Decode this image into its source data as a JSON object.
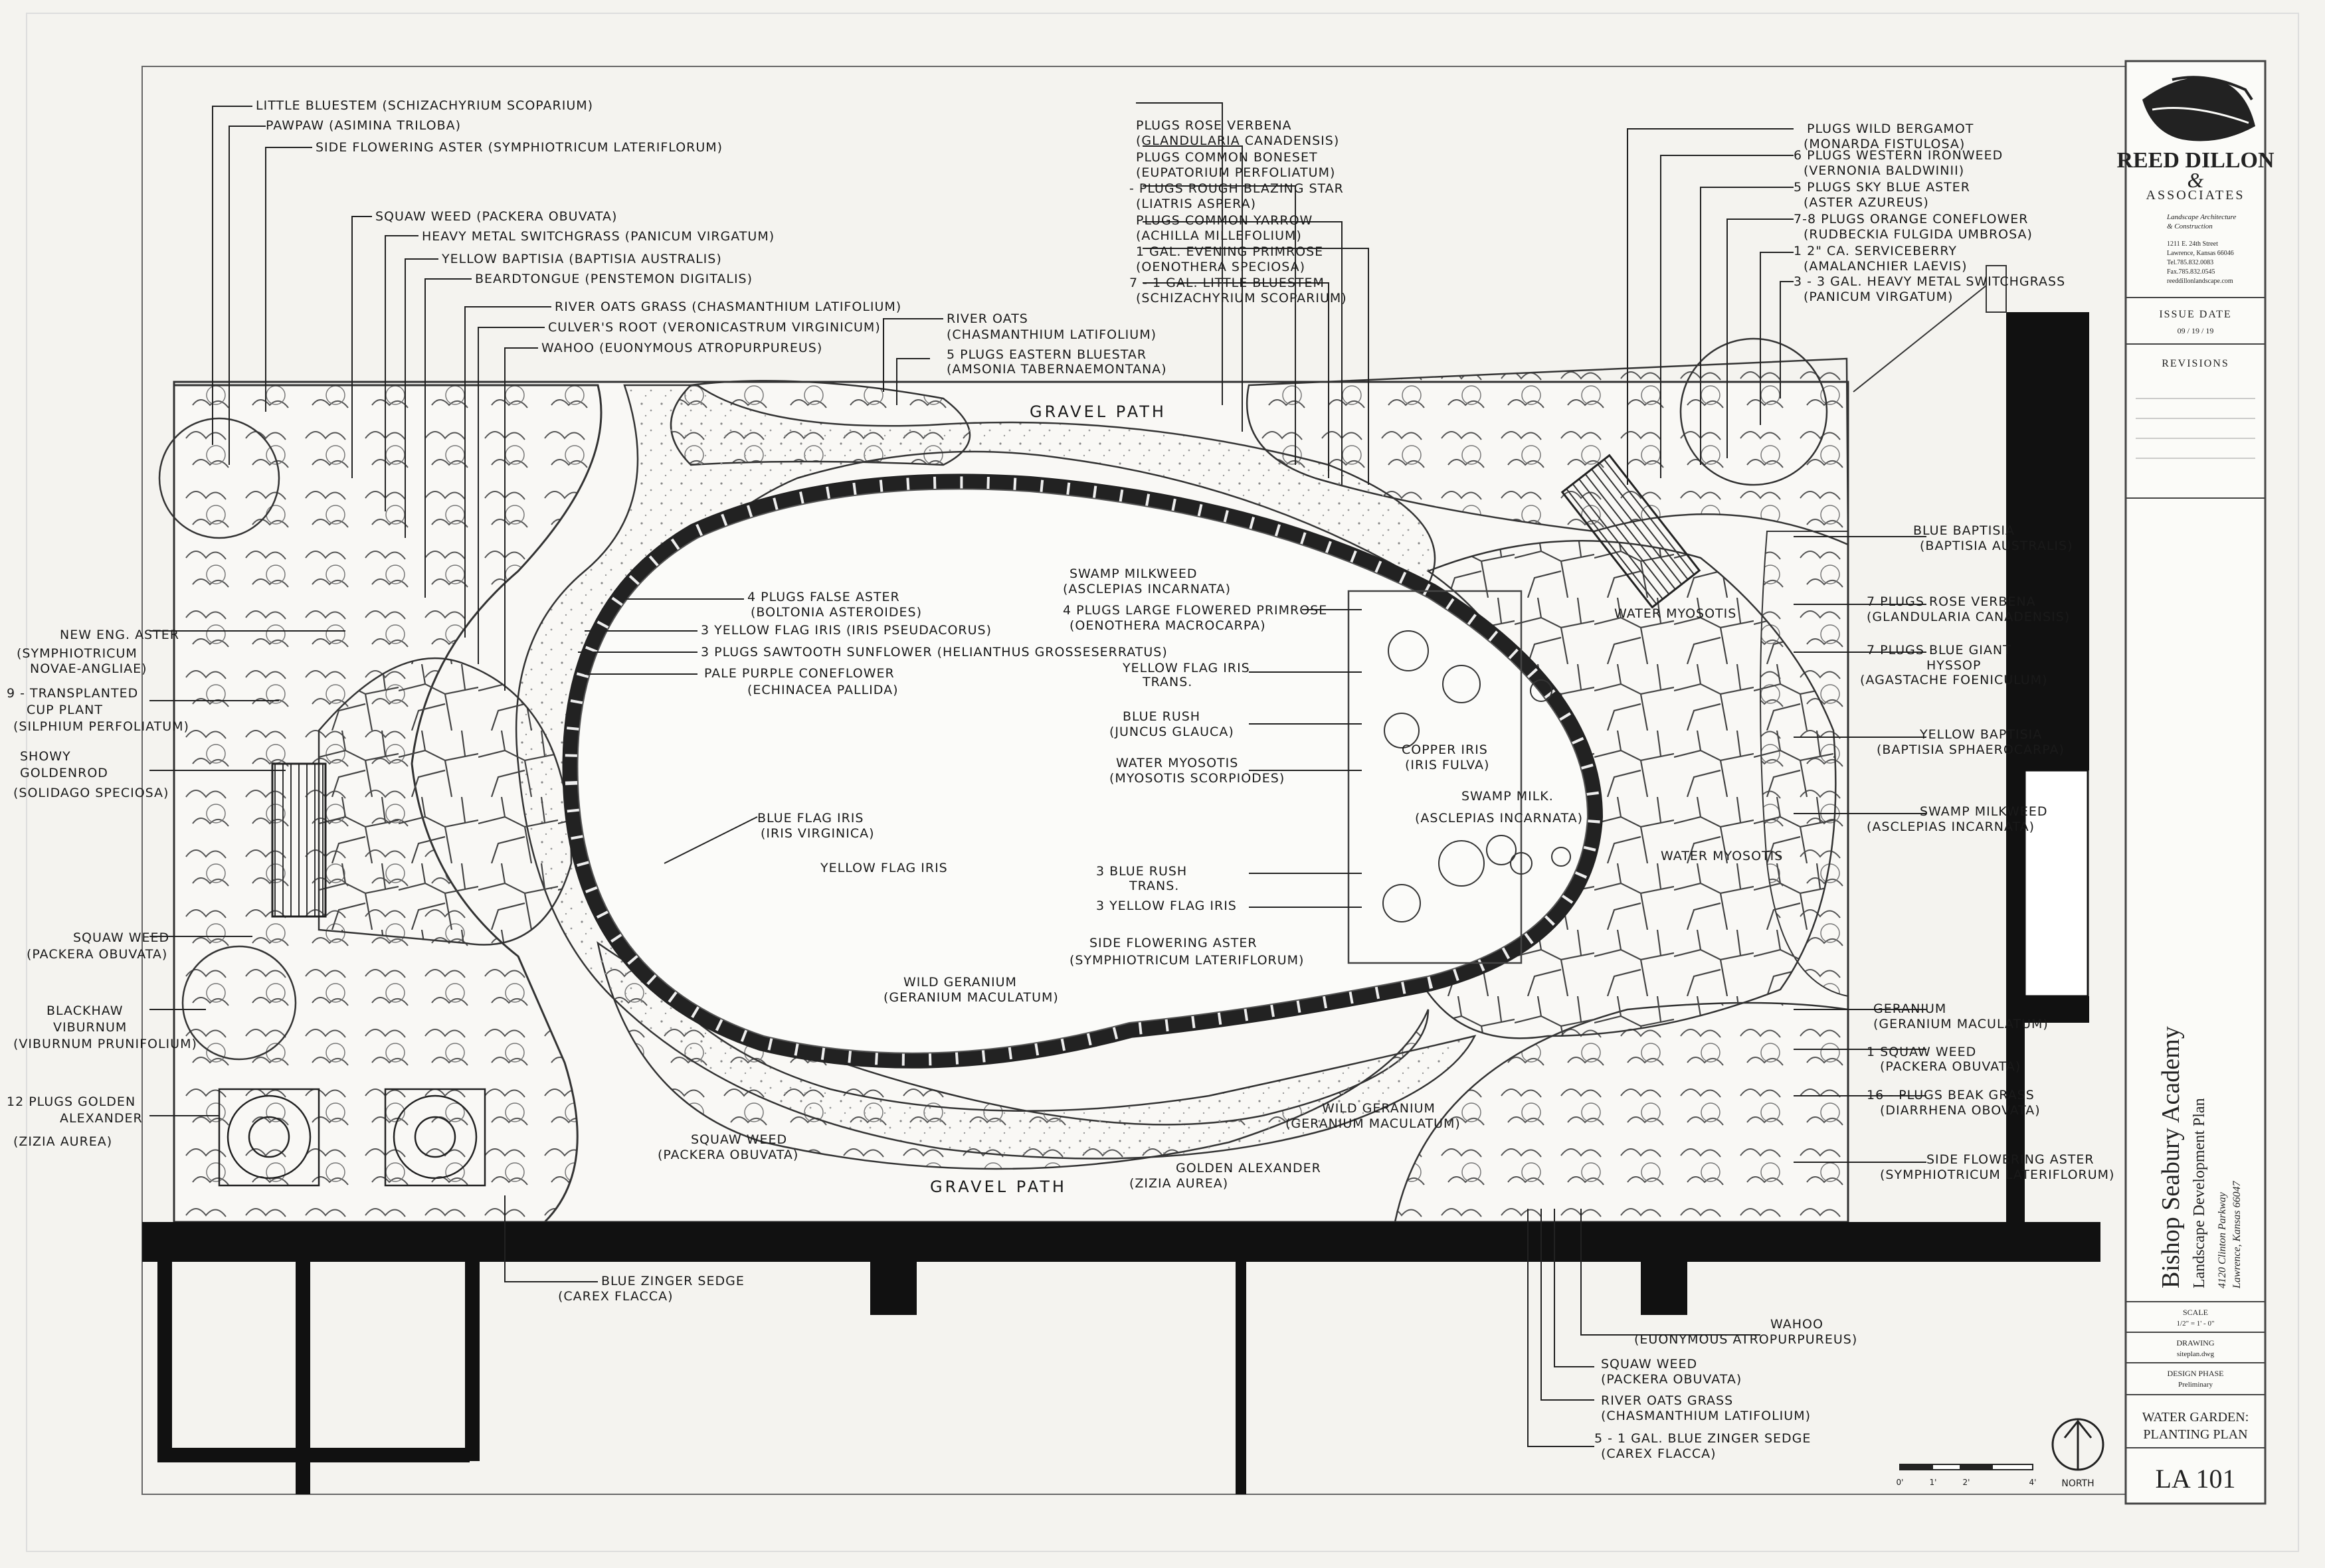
{
  "title_block": {
    "firm_name_1": "REED DILLON",
    "firm_amp": "&",
    "firm_name_2": "ASSOCIATES",
    "firm_tagline_1": "Landscape Architecture",
    "firm_tagline_2": "& Construction",
    "address_lines": [
      "1211 E. 24th Street",
      "Lawrence, Kansas 66046",
      "Tel.785.832.0083",
      "Fax.785.832.0545",
      "reeddillonlandscape.com"
    ],
    "issue_date_label": "ISSUE DATE",
    "issue_date": "09 / 19 / 19",
    "revisions_label": "REVISIONS",
    "project_title": "Bishop Seabury Academy",
    "project_subtitle": "Landscape Development Plan",
    "project_address_1": "4120 Clinton Parkway",
    "project_address_2": "Lawrence, Kansas 66047",
    "scale_label": "SCALE",
    "scale_value": "1/2\" = 1' - 0\"",
    "drawing_label": "DRAWING",
    "drawing_value": "siteplan.dwg",
    "design_phase_label": "DESIGN PHASE",
    "design_phase_value": "Preliminary",
    "sheet_title_1": "WATER GARDEN:",
    "sheet_title_2": "PLANTING PLAN",
    "sheet_number": "LA 101"
  },
  "scale_bar": {
    "ticks": [
      "0'",
      "1'",
      "2'",
      "4'"
    ],
    "north_label": "NORTH"
  },
  "path_labels": [
    "GRAVEL PATH",
    "GRAVEL PATH"
  ],
  "labels_top_left": [
    "LITTLE BLUESTEM (SCHIZACHYRIUM SCOPARIUM)",
    "PAWPAW (ASIMINA TRILOBA)",
    "SIDE FLOWERING ASTER (SYMPHIOTRICUM LATERIFLORUM)",
    "SQUAW WEED (PACKERA OBUVATA)",
    "HEAVY METAL SWITCHGRASS (PANICUM VIRGATUM)",
    "YELLOW BAPTISIA (BAPTISIA AUSTRALIS)",
    "BEARDTONGUE (PENSTEMON DIGITALIS)",
    "RIVER OATS GRASS (CHASMANTHIUM LATIFOLIUM)",
    "CULVER'S ROOT (VERONICASTRUM VIRGINICUM)",
    "WAHOO (EUONYMOUS ATROPURPUREUS)"
  ],
  "labels_top_center": [
    "RIVER OATS",
    "(CHASMANTHIUM LATIFOLIUM)",
    "5 PLUGS EASTERN BLUESTAR",
    "(AMSONIA TABERNAEMONTANA)"
  ],
  "labels_top_right_a": [
    "PLUGS ROSE VERBENA",
    "(GLANDULARIA CANADENSIS)",
    "PLUGS COMMON BONESET",
    "(EUPATORIUM PERFOLIATUM)",
    "- PLUGS ROUGH BLAZING STAR",
    "(LIATRIS ASPERA)",
    "PLUGS COMMON YARROW",
    "(ACHILLA MILLEFOLIUM)",
    "1 GAL. EVENING PRIMROSE",
    "(OENOTHERA SPECIOSA)",
    "7 - 1 GAL. LITTLE BLUESTEM",
    "(SCHIZACHYRIUM SCOPARIUM)"
  ],
  "labels_top_right_b": [
    "PLUGS WILD BERGAMOT",
    "(MONARDA FISTULOSA)",
    "6 PLUGS WESTERN IRONWEED",
    "(VERNONIA BALDWINII)",
    "5 PLUGS SKY BLUE ASTER",
    "(ASTER AZUREUS)",
    "7-8 PLUGS ORANGE CONEFLOWER",
    "(RUDBECKIA FULGIDA UMBROSA)",
    "1 2\" CA. SERVICEBERRY",
    "(AMALANCHIER LAEVIS)",
    "3 - 3 GAL. HEAVY METAL SWITCHGRASS",
    "(PANICUM VIRGATUM)"
  ],
  "labels_left": [
    "NEW ENG. ASTER",
    "(SYMPHIOTRICUM",
    "NOVAE-ANGLIAE)",
    "9 - TRANSPLANTED",
    "CUP PLANT",
    "(SILPHIUM PERFOLIATUM)",
    "SHOWY",
    "GOLDENROD",
    "(SOLIDAGO SPECIOSA)",
    "SQUAW WEED",
    "(PACKERA OBUVATA)",
    "BLACKHAW",
    "VIBURNUM",
    "(VIBURNUM PRUNIFOLIUM)",
    "12 PLUGS GOLDEN",
    "ALEXANDER",
    "(ZIZIA AUREA)"
  ],
  "labels_center": [
    "4 PLUGS FALSE ASTER",
    "(BOLTONIA ASTEROIDES)",
    "3 YELLOW FLAG IRIS (IRIS PSEUDACORUS)",
    "3 PLUGS SAWTOOTH SUNFLOWER (HELIANTHUS GROSSESERRATUS)",
    "PALE PURPLE CONEFLOWER",
    "(ECHINACEA PALLIDA)",
    "SWAMP MILKWEED",
    "(ASCLEPIAS INCARNATA)",
    "4 PLUGS LARGE FLOWERED PRIMROSE",
    "(OENOTHERA MACROCARPA)",
    "YELLOW FLAG IRIS",
    "TRANS.",
    "BLUE RUSH",
    "(JUNCUS GLAUCA)",
    "WATER MYOSOTIS",
    "(MYOSOTIS SCORPIODES)",
    "BLUE FLAG IRIS",
    "(IRIS VIRGINICA)",
    "YELLOW FLAG IRIS",
    "3 BLUE RUSH",
    "TRANS.",
    "3 YELLOW FLAG IRIS",
    "SIDE FLOWERING ASTER",
    "(SYMPHIOTRICUM LATERIFLORUM)",
    "WILD GERANIUM",
    "(GERANIUM MACULATUM)",
    "COPPER IRIS",
    "(IRIS FULVA)",
    "SWAMP MILK.",
    "(ASCLEPIAS INCARNATA)",
    "WATER MYOSOTIS",
    "WATER MYOSOTIS",
    "WILD GERANIUM",
    "(GERANIUM MACULATUM)",
    "GOLDEN ALEXANDER",
    "(ZIZIA AUREA)",
    "SQUAW WEED",
    "(PACKERA OBUVATA)"
  ],
  "labels_right": [
    "BLUE BAPTISIA",
    "(BAPTISIA AUSTRALIS)",
    "7 PLUGS ROSE VERBENA",
    "(GLANDULARIA CANADENSIS)",
    "7 PLUGS BLUE GIANT",
    "HYSSOP",
    "(AGASTACHE FOENICULUM)",
    "YELLOW BAPTISIA",
    "(BAPTISIA SPHAEROCARPA)",
    "SWAMP MILKWEED",
    "(ASCLEPIAS INCARNATA)",
    "GERANIUM",
    "(GERANIUM MACULATUM)",
    "1 SQUAW WEED",
    "(PACKERA OBUVATA)",
    "16 - PLUGS BEAK GRASS",
    "(DIARRHENA OBOVATA)",
    "SIDE FLOWERING ASTER",
    "(SYMPHIOTRICUM LATERIFLORUM)"
  ],
  "labels_bottom": [
    "BLUE ZINGER SEDGE",
    "(CAREX FLACCA)",
    "WAHOO",
    "(EUONYMOUS ATROPURPUREUS)",
    "SQUAW WEED",
    "(PACKERA OBUVATA)",
    "RIVER OATS GRASS",
    "(CHASMANTHIUM LATIFOLIUM)",
    "5 - 1 GAL. BLUE ZINGER SEDGE",
    "(CAREX FLACCA)"
  ]
}
